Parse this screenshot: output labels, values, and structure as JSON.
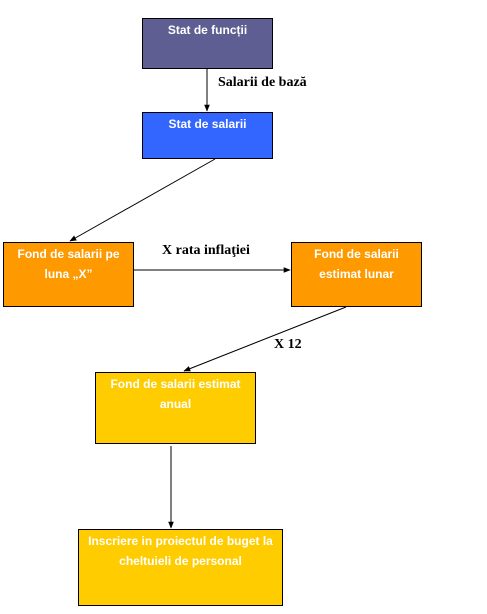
{
  "colors": {
    "stat_functii": "#5e5e92",
    "stat_salarii": "#3366ff",
    "fond_orange": "#ff9900",
    "fond_yellow": "#ffcc00",
    "border": "#000000",
    "text": "#ffffff"
  },
  "nodes": {
    "stat_functii": "Stat de funcții",
    "stat_salarii": "Stat de salarii",
    "fond_luna": "Fond de salarii pe luna „X”",
    "fond_lunar": "Fond de salarii estimat lunar",
    "fond_anual": "Fond de salarii estimat anual",
    "inscriere": "Inscriere in proiectul de buget la cheltuieli de personal"
  },
  "edges": {
    "salarii_baza": "Salarii de bază",
    "rata_inflatiei": "X rata inflaţiei",
    "x12": "X 12"
  }
}
